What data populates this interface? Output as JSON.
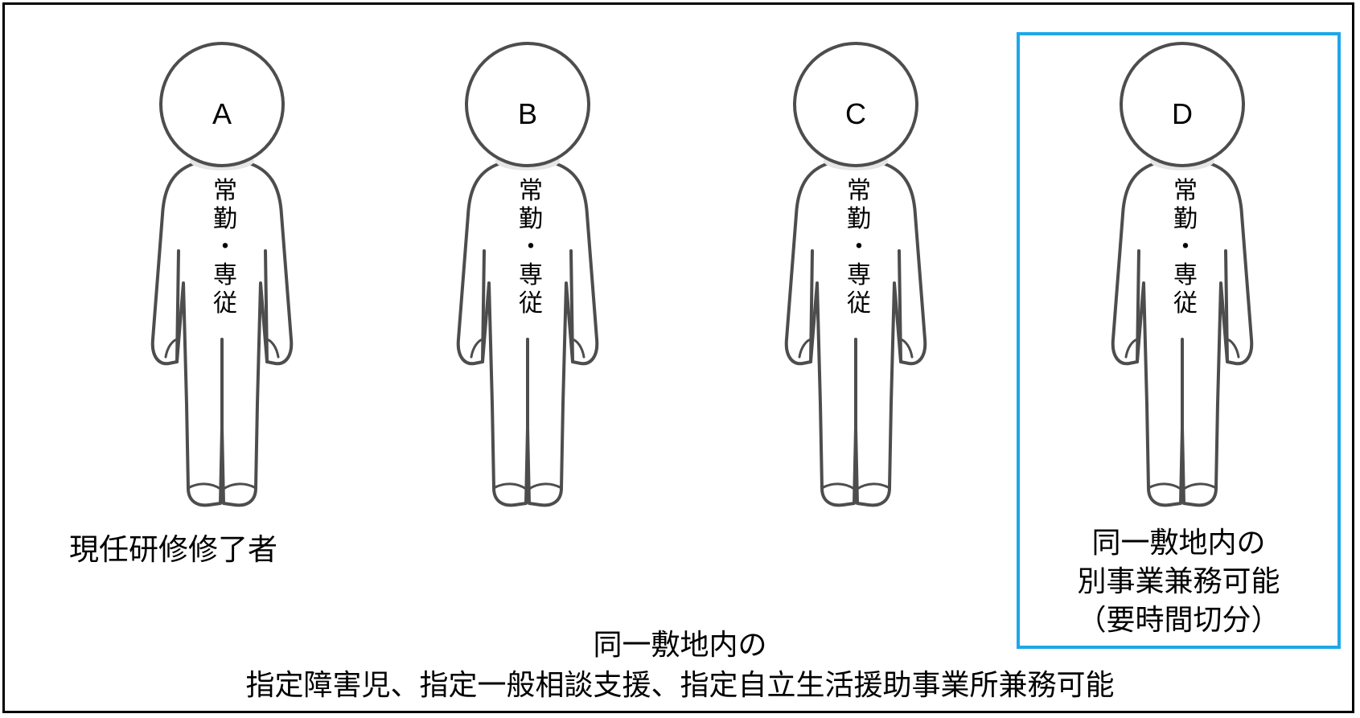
{
  "people": [
    {
      "letter": "A",
      "role_chars": [
        "常",
        "勤",
        "・",
        "専",
        "従"
      ]
    },
    {
      "letter": "B",
      "role_chars": [
        "常",
        "勤",
        "・",
        "専",
        "従"
      ]
    },
    {
      "letter": "C",
      "role_chars": [
        "常",
        "勤",
        "・",
        "専",
        "従"
      ]
    },
    {
      "letter": "D",
      "role_chars": [
        "常",
        "勤",
        "・",
        "専",
        "従"
      ]
    }
  ],
  "caption_a": "現任研修修了者",
  "caption_d": {
    "line1": "同一敷地内の",
    "line2": "別事業兼務可能",
    "line3": "（要時間切分）"
  },
  "caption_bottom": {
    "line1": "同一敷地内の",
    "line2": "指定障害児、指定一般相談支援、指定自立生活援助事業所兼務可能"
  },
  "colors": {
    "highlight": "#1ea7e8",
    "outline": "#4d4d4d",
    "neck_shadow": "#e6e6e6"
  }
}
